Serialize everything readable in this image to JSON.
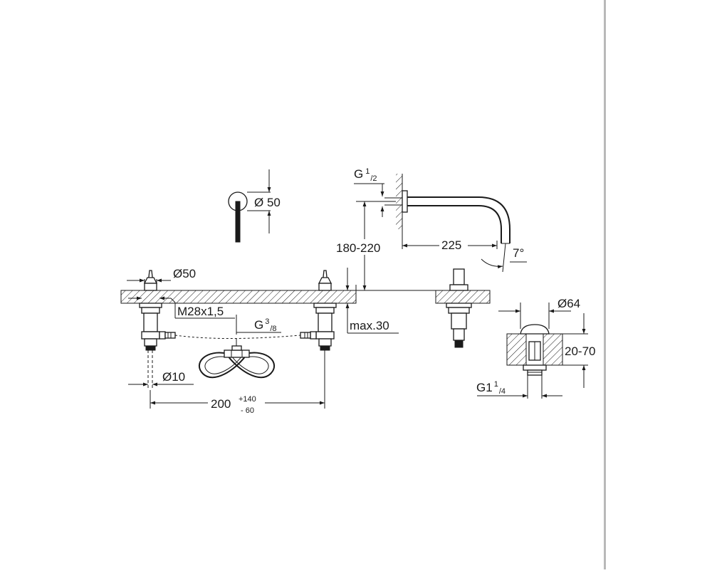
{
  "drawing": {
    "handle_diameter": "Ø 50",
    "outlet_thread": {
      "base": "G",
      "sup": "1",
      "sub": "2"
    },
    "spout_height": "180-220",
    "spout_projection": "225",
    "spout_angle": "7°",
    "valve_diameter": "Ø50",
    "valve_thread": "M28x1,5",
    "connection_thread": {
      "base": "G",
      "sup": "3",
      "sub": "8"
    },
    "max_thickness": "max.30",
    "pipe_diameter": "Ø10",
    "centers": {
      "base": "200",
      "plus": "+140",
      "minus": "- 60"
    },
    "waste_diameter": "Ø64",
    "waste_range": "20-70",
    "waste_thread": {
      "base": "G1",
      "sup": "1",
      "sub": "4"
    }
  }
}
